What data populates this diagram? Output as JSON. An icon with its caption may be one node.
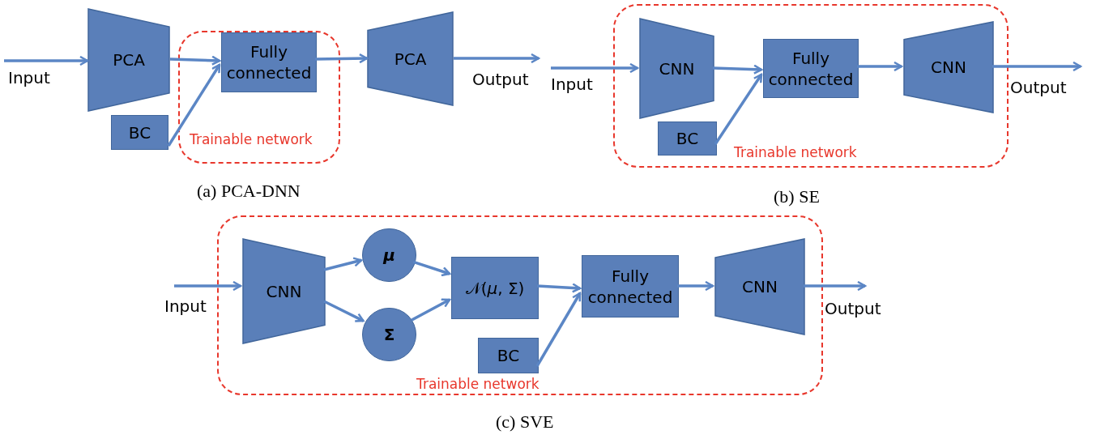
{
  "diagram": {
    "nodes": [
      {
        "text": [
          "PCA"
        ]
      },
      {
        "text": [
          "Trainable network"
        ]
      },
      {
        "text": [
          "Fully connected"
        ],
        "in": 1
      },
      {
        "text": [
          "BC"
        ]
      },
      {
        "text": [
          "PCA"
        ]
      },
      {
        "text": [
          "Trainable network"
        ]
      },
      {
        "text": [
          "CNN"
        ],
        "in": 5
      },
      {
        "text": [
          "Fully connected"
        ],
        "in": 5
      },
      {
        "text": [
          "BC"
        ],
        "in": 5
      },
      {
        "text": [
          "CNN"
        ],
        "in": 5
      },
      {
        "text": [
          "Trainable network"
        ]
      },
      {
        "text": [
          "CNN"
        ],
        "in": 10
      },
      {
        "text": [
          "μ"
        ],
        "in": 10
      },
      {
        "text": [
          "Σ"
        ],
        "in": 10
      },
      {
        "text": [
          "𝒩(*μ*, Σ)"
        ],
        "in": 10
      },
      {
        "text": [
          "Fully connected"
        ],
        "in": 10
      },
      {
        "text": [
          "BC"
        ],
        "in": 10
      },
      {
        "text": [
          "CNN"
        ],
        "in": 10
      },
      {
        "text": [
          "Input"
        ]
      },
      {
        "text": [
          "Output"
        ]
      },
      {
        "text": [
          "Input"
        ]
      },
      {
        "text": [
          "Output"
        ]
      },
      {
        "text": [
          "Input"
        ]
      },
      {
        "text": [
          "Output"
        ]
      }
    ],
    "edges": [
      {
        "from": 18,
        "to": 0,
        "arrow": "to"
      },
      {
        "from": 0,
        "to": 2,
        "arrow": "to"
      },
      {
        "from": 3,
        "to": 2,
        "arrow": "to"
      },
      {
        "from": 2,
        "to": 4,
        "arrow": "to"
      },
      {
        "from": 4,
        "to": 19,
        "arrow": "to"
      },
      {
        "from": 20,
        "to": 6,
        "arrow": "to"
      },
      {
        "from": 6,
        "to": 7,
        "arrow": "to"
      },
      {
        "from": 8,
        "to": 7,
        "arrow": "to"
      },
      {
        "from": 7,
        "to": 9,
        "arrow": "to"
      },
      {
        "from": 9,
        "to": 21,
        "arrow": "to"
      },
      {
        "from": 22,
        "to": 11,
        "arrow": "to"
      },
      {
        "from": 11,
        "to": 12,
        "arrow": "to"
      },
      {
        "from": 11,
        "to": 13,
        "arrow": "to"
      },
      {
        "from": 12,
        "to": 14,
        "arrow": "to"
      },
      {
        "from": 13,
        "to": 14,
        "arrow": "to"
      },
      {
        "from": 14,
        "to": 15,
        "arrow": "to"
      },
      {
        "from": 16,
        "to": 15,
        "arrow": "to"
      },
      {
        "from": 15,
        "to": 17,
        "arrow": "to"
      },
      {
        "from": 17,
        "to": 23,
        "arrow": "to"
      }
    ],
    "labels": [
      "(a) PCA-DNN",
      "(b) SE",
      "(c) SVE"
    ]
  }
}
